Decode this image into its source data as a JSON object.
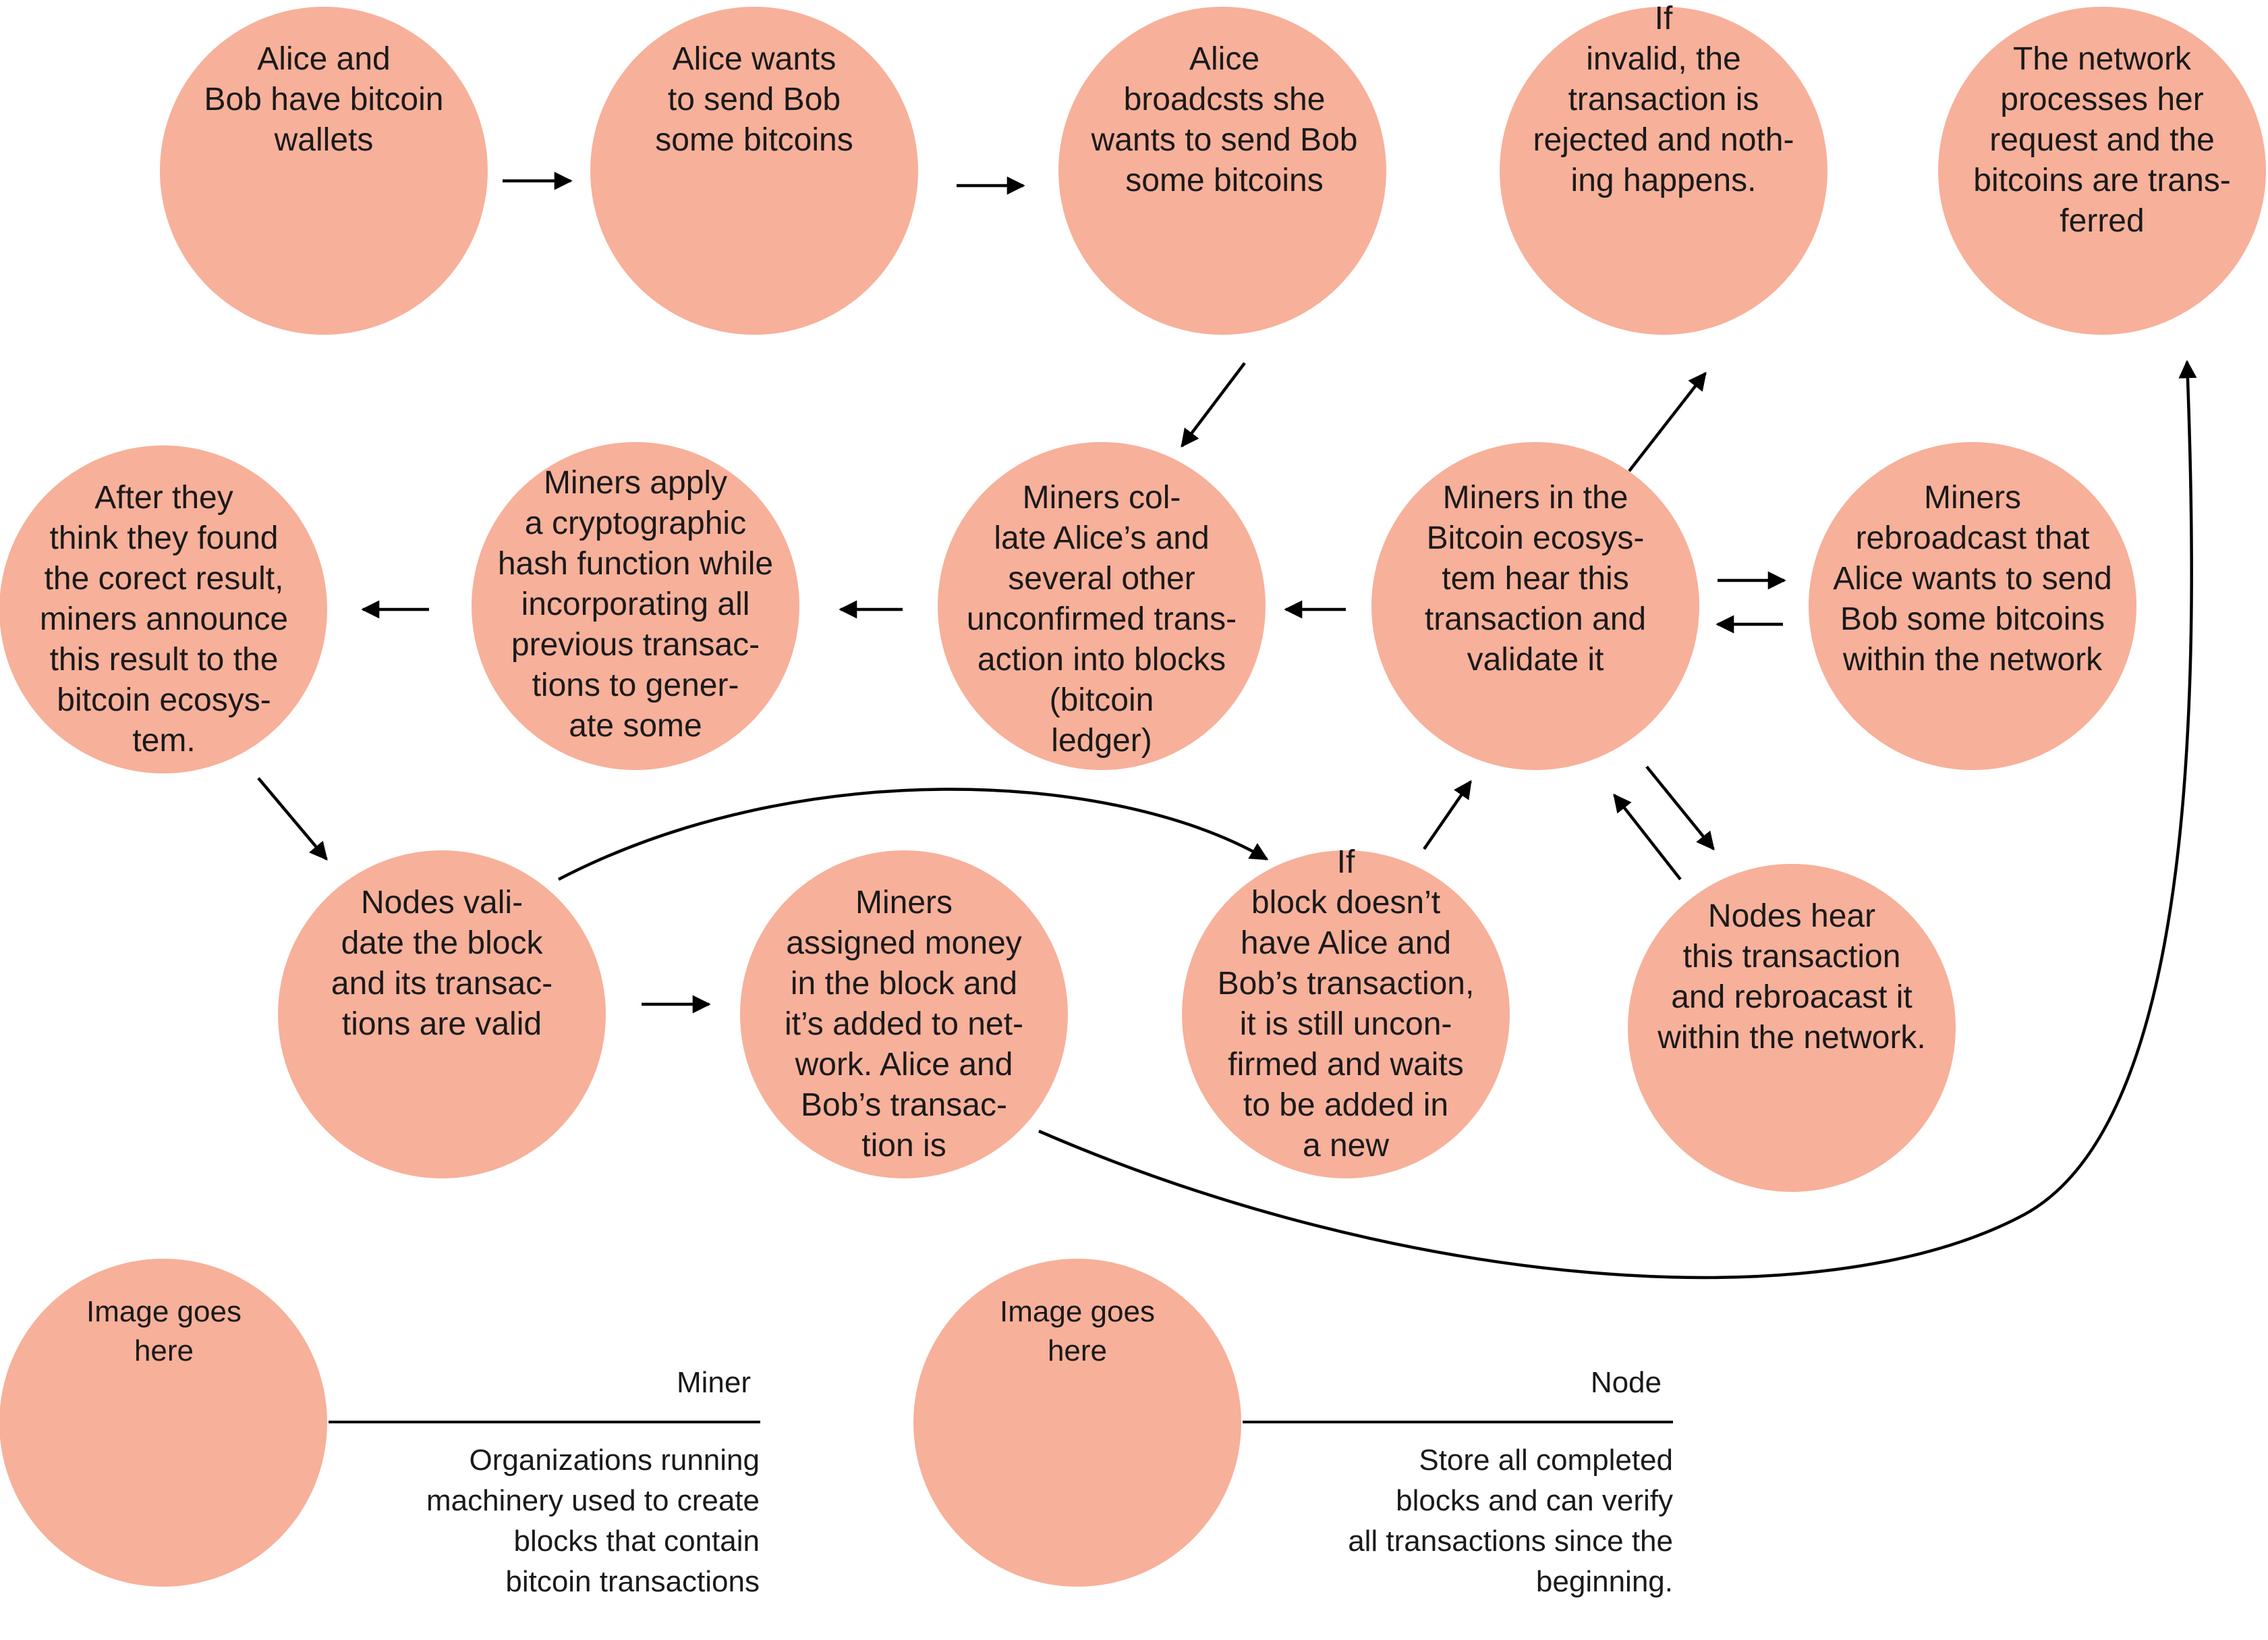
{
  "colors": {
    "circle_fill": "#F7B09A",
    "arrow": "#000000",
    "text": "#1a1a1a"
  },
  "nodes": {
    "wallets": [
      "Alice and",
      "Bob have bitcoin",
      "wallets"
    ],
    "wants": [
      "Alice wants",
      "to send Bob",
      "some bitcoins"
    ],
    "broadcast": [
      "Alice",
      "broadcsts she",
      "wants to send Bob",
      "some bitcoins"
    ],
    "invalid": [
      "If",
      "invalid, the",
      "transaction is",
      "rejected and noth-",
      "ing happens."
    ],
    "processes": [
      "The network",
      "processes her",
      "request and the",
      "bitcoins are trans-",
      "ferred"
    ],
    "announce": [
      "After they",
      "think they found",
      "the corect result,",
      "miners announce",
      "this result to the",
      "bitcoin ecosys-",
      "tem."
    ],
    "hash": [
      "Miners apply",
      "a cryptographic",
      "hash function while",
      "incorporating all",
      "previous transac-",
      "tions to gener-",
      "ate some"
    ],
    "collate": [
      "Miners col-",
      "late Alice’s and",
      "several other",
      "unconfirmed trans-",
      "action into blocks",
      "(bitcoin",
      "ledger)"
    ],
    "hear_validate": [
      "Miners in the",
      "Bitcoin ecosys-",
      "tem hear this",
      "transaction and",
      "validate it"
    ],
    "rebroadcast": [
      "Miners",
      "rebroadcast that",
      "Alice wants to send",
      "Bob some bitcoins",
      "within the network"
    ],
    "nodes_validate": [
      "Nodes  vali-",
      "date the block",
      "and its transac-",
      "tions are valid"
    ],
    "assigned": [
      "Miners",
      "assigned money",
      "in the block and",
      "it’s added to net-",
      "work. Alice and",
      "Bob’s transac-",
      "tion is"
    ],
    "unconfirmed": [
      "If",
      "block doesn’t",
      "have Alice and",
      "Bob’s transaction,",
      "it is still uncon-",
      "firmed and waits",
      "to be added in",
      "a new"
    ],
    "nodes_hear": [
      "Nodes hear",
      "this transaction",
      "and rebroacast it",
      "within the network."
    ]
  },
  "legend": {
    "miner": {
      "image_text": [
        "Image goes",
        "here"
      ],
      "title": "Miner",
      "description": [
        "Organizations running",
        "machinery used to create",
        "blocks that contain",
        "bitcoin transactions"
      ]
    },
    "node": {
      "image_text": [
        "Image goes",
        "here"
      ],
      "title": "Node",
      "description": [
        "Store all completed",
        "blocks and can verify",
        "all transactions since the",
        "beginning."
      ]
    }
  }
}
